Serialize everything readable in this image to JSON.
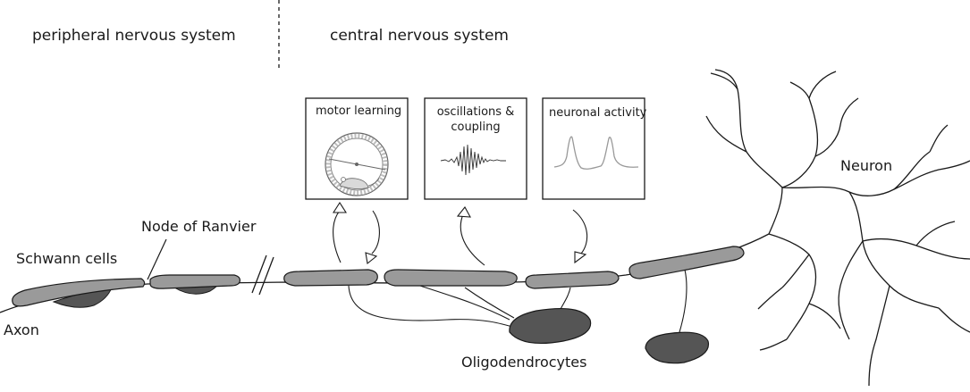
{
  "regions": {
    "peripheral": "peripheral nervous system",
    "central": "central nervous system"
  },
  "labels": {
    "axon": "Axon",
    "schwann_cells": "Schwann cells",
    "node_of_ranvier": "Node of Ranvier",
    "oligodendrocytes": "Oligodendrocytes",
    "neuron": "Neuron"
  },
  "boxes": {
    "motor_learning": "motor learning",
    "oscillations_line1": "oscillations &",
    "oscillations_line2": "coupling",
    "neuronal_activity": "neuronal activity"
  },
  "colors": {
    "ink": "#1a1a1a",
    "myelin": "#9a9a9a",
    "cell_body": "#555555",
    "wheel": "#bdbdbd"
  }
}
